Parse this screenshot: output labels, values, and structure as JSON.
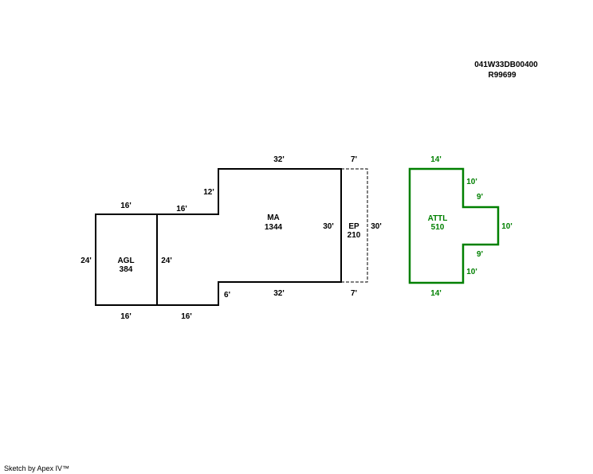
{
  "header": {
    "parcel_id": "041W33DB00400",
    "account": "R99699"
  },
  "areas": [
    {
      "code": "AGL",
      "area": "384",
      "color": "#000000"
    },
    {
      "code": "MA",
      "area": "1344",
      "color": "#000000"
    },
    {
      "code": "EP",
      "area": "210",
      "color": "#000000"
    },
    {
      "code": "ATTL",
      "area": "510",
      "color": "#008000"
    }
  ],
  "dimensions": {
    "agl_top": "16'",
    "agl_bottom": "16'",
    "agl_left": "24'",
    "ma_left_top": "16'",
    "ma_left_bottom": "16'",
    "ma_inner_left": "24'",
    "ma_step_top": "12'",
    "ma_step_bottom": "6'",
    "ma_top": "32'",
    "ma_bottom": "32'",
    "ma_right": "30'",
    "ep_top": "7'",
    "ep_bottom": "7'",
    "ep_right": "30'",
    "attl_top": "14'",
    "attl_bottom": "14'",
    "attl_upper_right": "10'",
    "attl_upper_step": "9'",
    "attl_right": "10'",
    "attl_lower_step": "9'",
    "attl_lower_right": "10'"
  },
  "footer": "Sketch by Apex IV™"
}
